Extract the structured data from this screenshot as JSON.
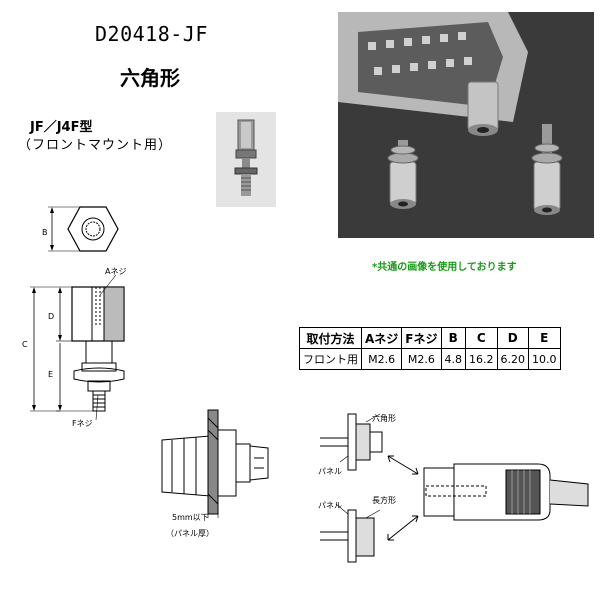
{
  "title": "D20418-JF",
  "subtitle": "六角形",
  "type_label": "JF／J4F型",
  "type_sub": "（フロントマウント用）",
  "note": "*共通の画像を使用しております",
  "spec_table": {
    "headers": [
      "取付方法",
      "Aネジ",
      "Fネジ",
      "B",
      "C",
      "D",
      "E"
    ],
    "rows": [
      [
        "フロント用",
        "M2.6",
        "M2.6",
        "4.8",
        "16.2",
        "6.20",
        "10.0"
      ]
    ]
  },
  "dimension_labels": {
    "b": "B",
    "c": "C",
    "d": "D",
    "e": "E",
    "a_screw": "Aネジ",
    "f_screw": "Fネジ"
  },
  "panel_note": {
    "line1": "5mm以下",
    "line2": "（パネル厚）"
  },
  "mount_diagram": {
    "hex": "六角形",
    "panel_top": "パネル",
    "panel_bottom": "パネル",
    "long": "長方形"
  },
  "colors": {
    "note_green": "#1a9a1a",
    "photo_dark": "#2b2b2b",
    "photo_light": "#e2e2e2"
  }
}
